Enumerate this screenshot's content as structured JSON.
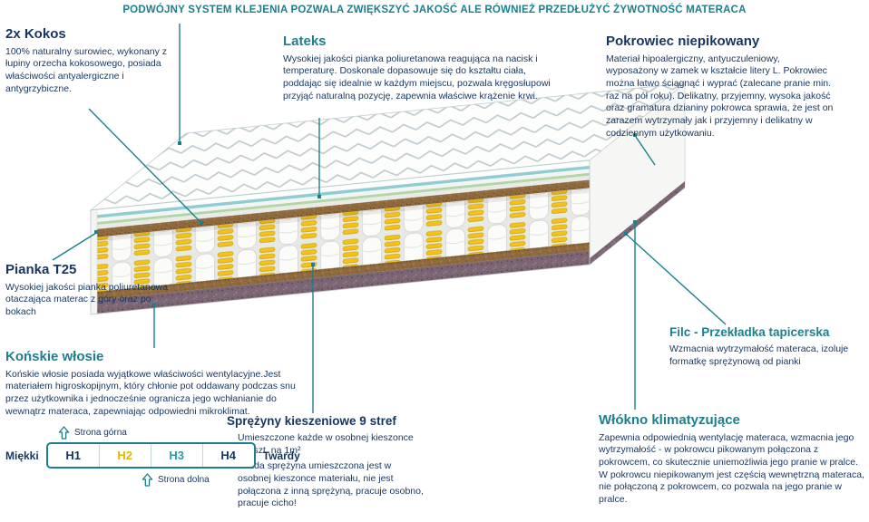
{
  "header": {
    "text": "PODWÓJNY SYSTEM KLEJENIA POZWALA ZWIĘKSZYĆ JAKOŚĆ ALE RÓWNIEŻ PRZEDŁUŻYĆ ŻYWOTNOŚĆ MATERACA"
  },
  "callouts": {
    "kokos": {
      "title": "2x Kokos",
      "body": "100% naturalny surowiec, wykonany z łupiny orzecha kokosowego, posiada właściwości antyalergiczne i antygrzybiczne."
    },
    "lateks": {
      "title": "Lateks",
      "body": "Wysokiej jakości pianka poliuretanowa reagująca na nacisk i temperaturę. Doskonale dopasowuje się do kształtu ciała, poddając się idealnie w każdym miejscu, pozwala kręgosłupowi przyjąć naturalną pozycję, zapewnia właściwe krążenie krwi."
    },
    "pokrowiec": {
      "title": "Pokrowiec niepikowany",
      "body": "Materiał hipoalergiczny, antyuczuleniowy, wyposażony w zamek w kształcie litery L. Pokrowiec można łatwo ściągnąć i wyprać (zalecane pranie min. raz na pół roku). Delikatny, przyjemny, wysoka jakość oraz gramatura dzianiny pokrowca sprawia, że jest on zarazem wytrzymały jak i przyjemny i delikatny w codziennym użytkowaniu."
    },
    "pianka": {
      "title": "Pianka T25",
      "body": "Wysokiej jakości pianka poliuretanowa otaczająca materac z góry oraz po bokach"
    },
    "konskie": {
      "title": "Końskie włosie",
      "body": "Końskie włosie posiada wyjątkowe właściwości wentylacyjne.Jest materiałem higroskopijnym, który chłonie pot oddawany podczas snu przez użytkownika i jednocześnie ogranicza jego wchłanianie do wewnątrz materaca, zapewniając odpowiedni mikroklimat."
    },
    "sprezyny": {
      "title": "Sprężyny kieszeniowe 9 stref",
      "body1": "Umieszczone każde w osobnej kieszonce 262szt. na 1m²",
      "body2": "Każda sprężyna umieszczona jest w osobnej kieszonce materiału, nie jest połączona z inną sprężyną, pracuje osobno, pracuje cicho!"
    },
    "filc": {
      "title": "Filc - Przekładka tapicerska",
      "body": "Wzmacnia wytrzymałość materaca, izoluje formatkę sprężynową od pianki"
    },
    "wlokno": {
      "title": "Włókno klimatyzujące",
      "body": "Zapewnia odpowiednią wentylację materaca, wzmacnia jego wytrzymałość - w pokrowcu pikowanym połączona z pokrowcem, co skutecznie uniemożliwia jego pranie w pralce. W pokrowcu niepikowanym jest częścią wewnętrzną materaca, nie połączoną z pokrowcem, co pozwala na jego pranie w pralce."
    }
  },
  "scale": {
    "top_label": "Strona górna",
    "bottom_label": "Strona dolna",
    "soft_label": "Miękki",
    "hard_label": "Twardy",
    "levels": [
      "H1",
      "H2",
      "H3",
      "H4"
    ]
  },
  "colors": {
    "accent_teal": "#1b7f8e",
    "navy": "#16365f",
    "h2_yellow": "#e3b507",
    "h3_teal": "#2a9aa8",
    "spring_yellow": "#f2c217",
    "coco_brown": "#8e6a3e",
    "bottom_edge": "#7c6673"
  }
}
